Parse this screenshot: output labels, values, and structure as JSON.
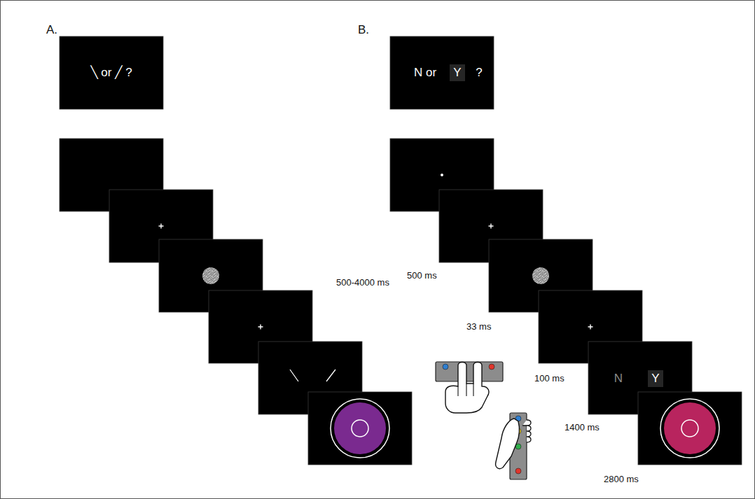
{
  "diagram": {
    "nodes": [
      {
        "text": [
          "╲ or ╱ ?"
        ]
      },
      {
        "text": [
          "N or",
          "Y",
          "?"
        ]
      },
      {
        "text": [
          "N",
          "Y"
        ]
      }
    ],
    "labels": [
      "A.",
      "B.",
      "500-4000 ms",
      "500 ms",
      "33 ms",
      "100 ms",
      "1400 ms",
      "2800 ms"
    ]
  }
}
